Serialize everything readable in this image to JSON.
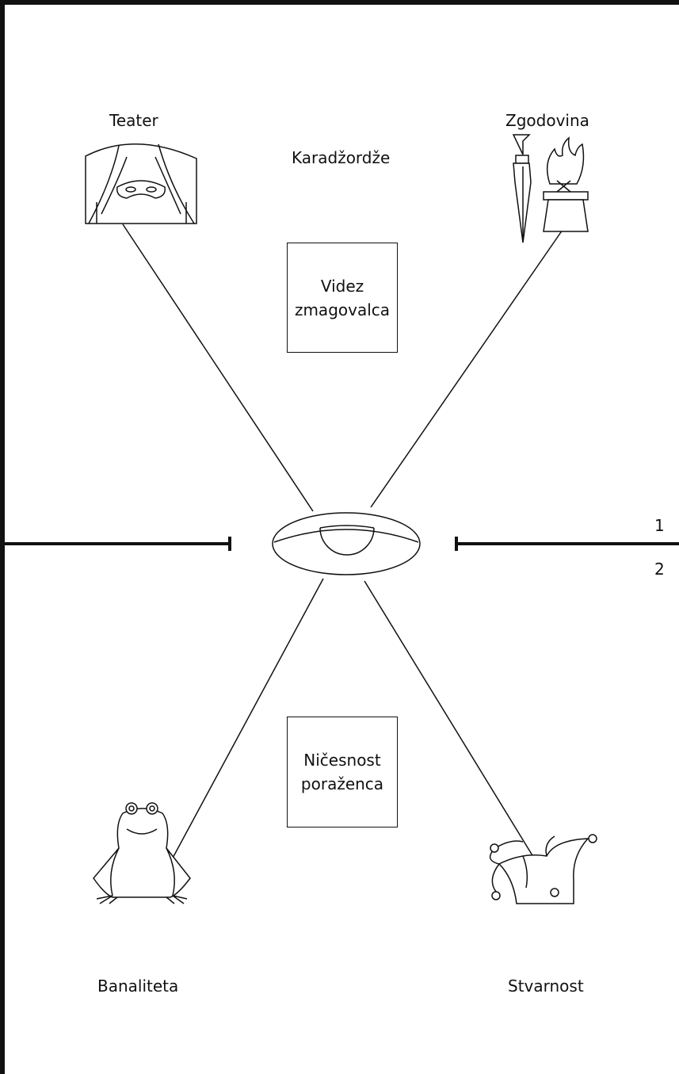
{
  "labels": {
    "top_left": "Teater",
    "top_right": "Zgodovina",
    "top_center": "Karadžordže",
    "bottom_left": "Banaliteta",
    "bottom_right": "Stvarnost",
    "num_1": "1",
    "num_2": "2"
  },
  "boxes": {
    "upper": {
      "line1": "Videz",
      "line2": "zmagovalca"
    },
    "lower": {
      "line1": "Ničesnost",
      "line2": "poraženca"
    }
  },
  "icons": {
    "top_left": "theater-curtain-mask-icon",
    "top_right": "dagger-and-flaming-brazier-icon",
    "center": "eye-icon",
    "bottom_left": "frog-icon",
    "bottom_right": "jester-hat-icon"
  },
  "colors": {
    "ink": "#111111",
    "background": "#ffffff"
  }
}
